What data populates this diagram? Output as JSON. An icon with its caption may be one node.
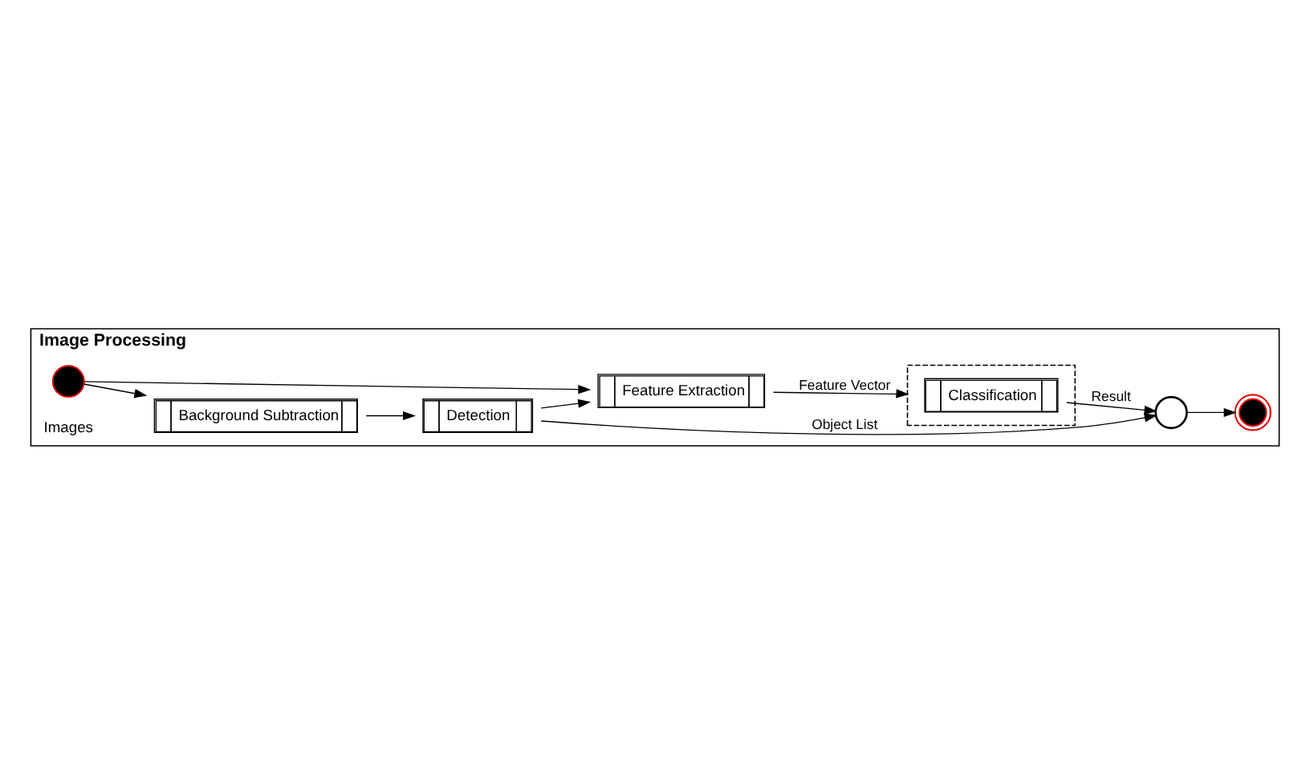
{
  "diagram": {
    "nodes": [
      {
        "text": [
          "Image Processing"
        ]
      },
      {
        "text": [],
        "shape": "circle",
        "beside": [
          "Images"
        ],
        "in": 0
      },
      {
        "text": [
          "Background Subtraction"
        ],
        "in": 0
      },
      {
        "text": [
          "Detection"
        ],
        "in": 0
      },
      {
        "text": [
          "Feature Extraction"
        ],
        "in": 0
      },
      {
        "text": [],
        "shape": "box",
        "in": 0
      },
      {
        "text": [
          "Classification"
        ],
        "in": 5
      },
      {
        "text": [],
        "shape": "circle",
        "in": 0
      },
      {
        "text": [],
        "shape": "circle",
        "in": 0
      }
    ],
    "edges": [
      {
        "from": 1,
        "to": 2,
        "arrow": "to"
      },
      {
        "from": 1,
        "to": 4,
        "arrow": "to"
      },
      {
        "from": 2,
        "to": 3,
        "arrow": "to"
      },
      {
        "from": 3,
        "to": 7,
        "arrow": "to",
        "label": "Object List"
      },
      {
        "from": 3,
        "to": 4,
        "arrow": "to"
      },
      {
        "from": 4,
        "to": 5,
        "arrow": "to",
        "label": "Feature Vector"
      },
      {
        "from": 6,
        "to": 7,
        "arrow": "to",
        "label": "Result"
      },
      {
        "from": 7,
        "to": 8,
        "arrow": "to"
      }
    ]
  }
}
